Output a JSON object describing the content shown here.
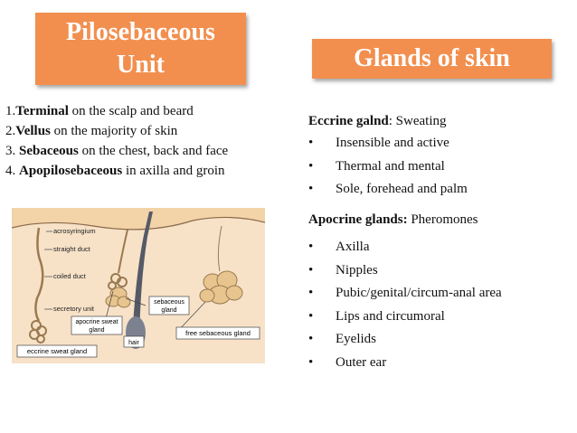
{
  "titles": {
    "left": [
      "Pilosebaceous",
      "Unit"
    ],
    "right": "Glands of skin"
  },
  "hair_types": [
    {
      "prefix": "1.",
      "bold": "Terminal",
      "rest": " on the scalp and beard"
    },
    {
      "prefix": "2.",
      "bold": "Vellus",
      "rest": " on the majority of skin"
    },
    {
      "prefix": "3. ",
      "bold": "Sebaceous",
      "rest": " on the chest, back and face"
    },
    {
      "prefix": "4. ",
      "bold": "Apopilosebaceous",
      "rest": " in axilla and groin"
    }
  ],
  "eccrine": {
    "name": "Eccrine galnd",
    "function": ": Sweating",
    "items": [
      "Insensible and active",
      "Thermal and mental",
      "Sole, forehead and palm"
    ]
  },
  "apocrine": {
    "name": "Apocrine glands:",
    "function": " Pheromones",
    "items": [
      "Axilla",
      "Nipples",
      "Pubic/genital/circum-anal area",
      "Lips and circumoral",
      "Eyelids",
      "Outer ear"
    ]
  },
  "bullet": "•",
  "diagram_labels": {
    "acrosyringium": "acrosyringium",
    "straight_duct": "straight duct",
    "coiled_duct": "coiled duct",
    "secretory_unit": "secretory unit",
    "apocrine_sweat_gland": [
      "apocrine sweat",
      "gland"
    ],
    "sebaceous_gland": [
      "sebaceous",
      "gland"
    ],
    "hair": "hair",
    "free_sebaceous_gland": "free sebaceous gland",
    "eccrine_sweat_gland": "eccrine sweat gland"
  },
  "colors": {
    "title_bg": "#f28f4f",
    "diagram_bg": "#f7e2c8",
    "skin_top": "#efcc9a",
    "hair": "#555a66",
    "gland": "#e8c48f"
  }
}
